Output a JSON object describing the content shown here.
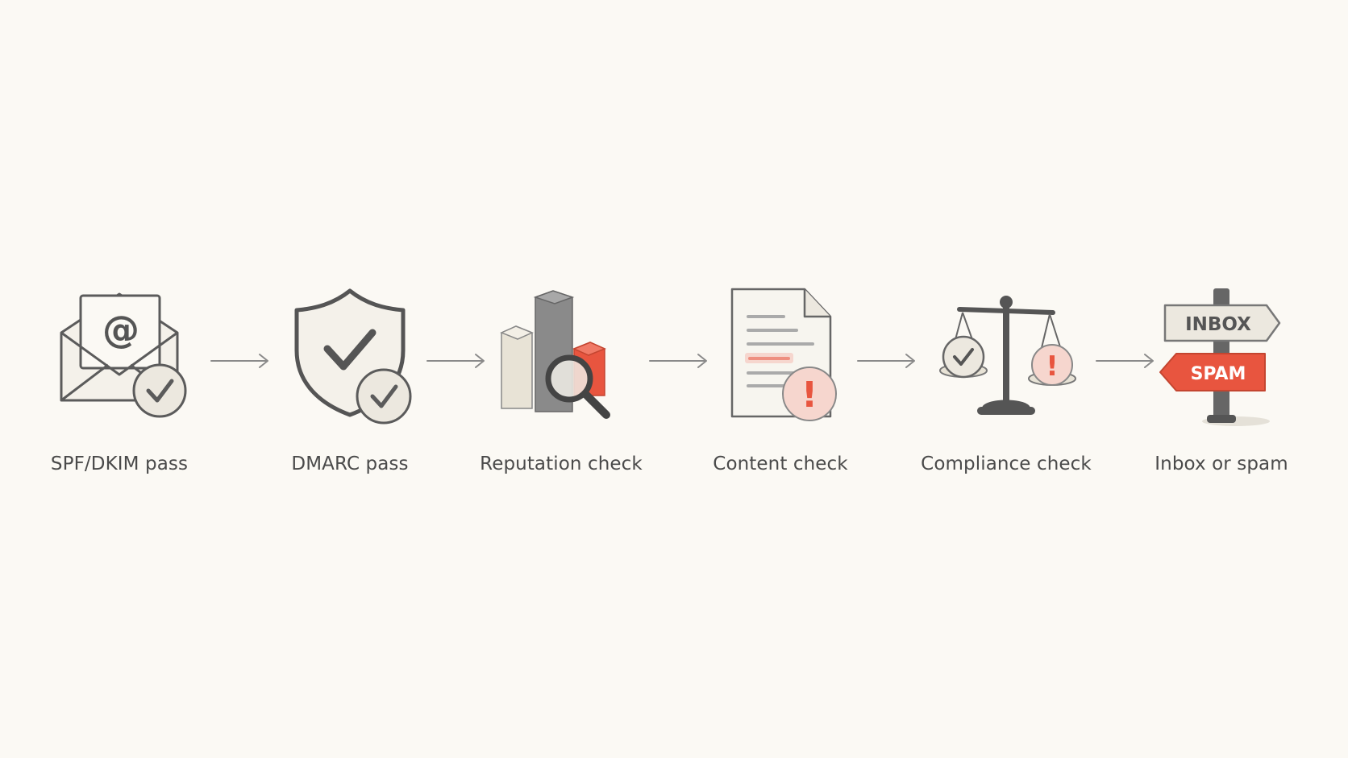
{
  "diagram": {
    "steps": [
      {
        "id": "spf-dkim",
        "label": "SPF/DKIM pass",
        "icon": "envelope-at-check-icon",
        "status": "pass"
      },
      {
        "id": "dmarc",
        "label": "DMARC pass",
        "icon": "shield-check-icon",
        "status": "pass"
      },
      {
        "id": "reputation",
        "label": "Reputation check",
        "icon": "bar-chart-magnifier-icon",
        "status": "check"
      },
      {
        "id": "content",
        "label": "Content check",
        "icon": "document-warning-icon",
        "status": "warning"
      },
      {
        "id": "compliance",
        "label": "Compliance check",
        "icon": "balance-scale-icon",
        "status": "mixed"
      },
      {
        "id": "outcome",
        "label": "Inbox or spam",
        "icon": "signpost-icon",
        "status": "outcome"
      }
    ],
    "signpost": {
      "inbox_label": "INBOX",
      "spam_label": "SPAM"
    },
    "email_symbol": "@",
    "warning_symbol": "!"
  },
  "colors": {
    "background": "#fbf9f4",
    "stroke": "#5b5b5b",
    "accent": "#e8553f",
    "accent_soft": "#f6d6ce",
    "neutral_fill": "#ece8df"
  }
}
